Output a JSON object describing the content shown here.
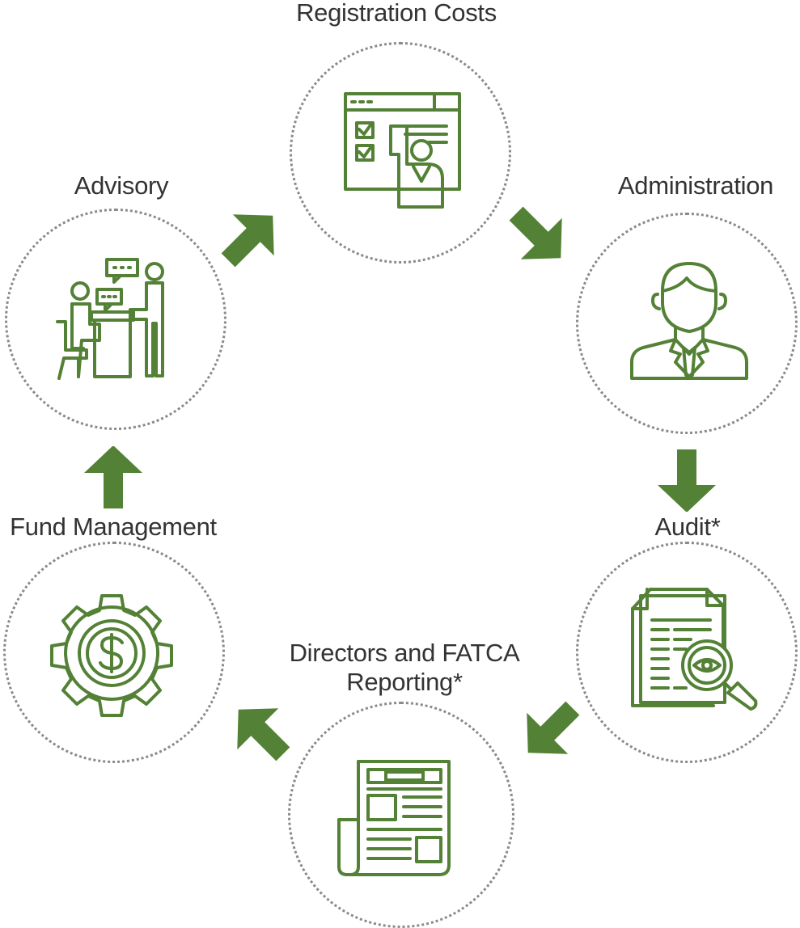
{
  "steps": {
    "registration_costs": {
      "label": "Registration Costs",
      "icon": "presentation-board-icon"
    },
    "administration": {
      "label": "Administration",
      "icon": "businessman-icon"
    },
    "audit": {
      "label": "Audit*",
      "icon": "document-inspection-icon"
    },
    "directors_fatca": {
      "label_line1": "Directors and FATCA",
      "label_line2": "Reporting*",
      "icon": "newspaper-icon"
    },
    "fund_management": {
      "label": "Fund Management",
      "icon": "dollar-gear-icon"
    },
    "advisory": {
      "label": "Advisory",
      "icon": "consultation-icon"
    }
  },
  "colors": {
    "accent": "#538135",
    "text": "#333333",
    "circle_border": "#8a8a8a"
  }
}
